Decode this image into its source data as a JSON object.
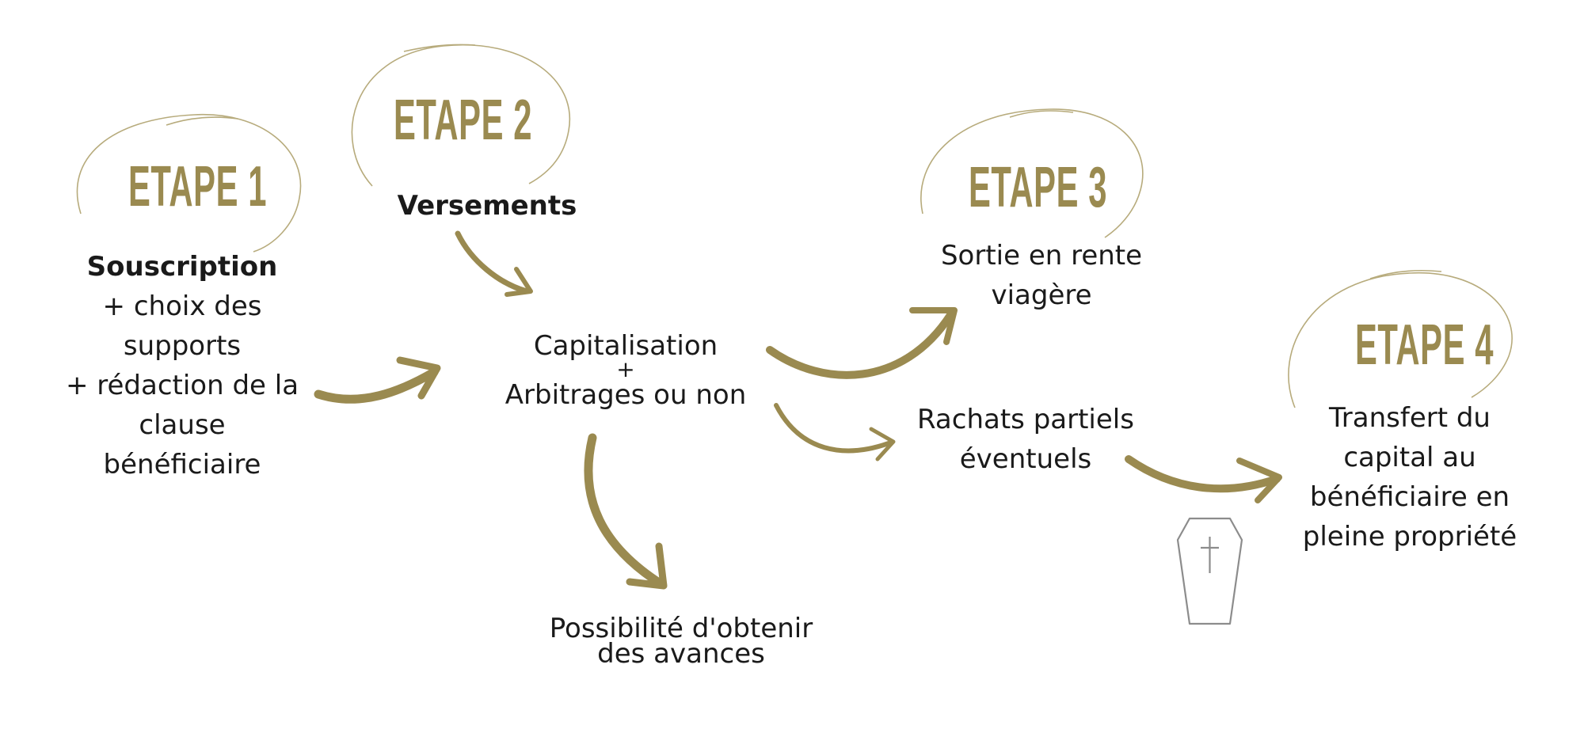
{
  "colors": {
    "accent": "#9a8a50",
    "text": "#1a1a1a",
    "coffin": "#8c8c8c"
  },
  "steps": [
    {
      "title": "ETAPE 1",
      "heading": "Souscription",
      "lines": [
        "+ choix des",
        "supports",
        "+ rédaction de la",
        "clause",
        "bénéficiaire"
      ]
    },
    {
      "title": "ETAPE 2",
      "heading": "Versements"
    },
    {
      "title": "ETAPE 3",
      "lines": [
        "Sortie en rente",
        "viagère"
      ]
    },
    {
      "title": "ETAPE 4",
      "lines": [
        "Transfert du",
        "capital au",
        "bénéficiaire en",
        "pleine propriété"
      ]
    }
  ],
  "center": {
    "line1": "Capitalisation",
    "plus": "+",
    "line2": "Arbitrages ou non"
  },
  "rachats": {
    "line1": "Rachats partiels",
    "line2": "éventuels"
  },
  "avances": {
    "line1": "Possibilité d'obtenir",
    "line2": "des avances"
  },
  "icons": {
    "death": "coffin-cross-icon"
  }
}
